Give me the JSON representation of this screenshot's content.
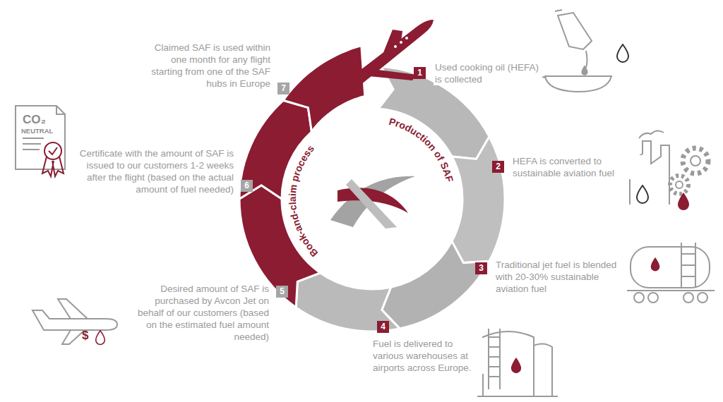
{
  "diagram": {
    "nodes": [
      {
        "text": [
          "1",
          "Used cooking oil (HEFA) is collected"
        ]
      },
      {
        "text": [
          "2",
          "HEFA is converted to sustainable aviation fuel"
        ]
      },
      {
        "text": [
          "3",
          "Traditional jet fuel is blended with 20-30% sustainable aviation fuel"
        ]
      },
      {
        "text": [
          "4",
          "Fuel is delivered to various warehouses at airports across Europe."
        ]
      },
      {
        "text": [
          "5",
          "Desired amount of SAF is purchased by Avcon Jet on behalf of our customers (based on the estimated fuel amount needed)"
        ]
      },
      {
        "text": [
          "6",
          "Certificate with the amount of SAF is issued to our customers 1-2 weeks after the flight (based on the actual amount of fuel needed)"
        ]
      },
      {
        "text": [
          "7",
          "Claimed SAF is used within one month for any flight starting from one of the SAF hubs in Europe"
        ]
      }
    ],
    "labels": [
      "Production of SAF",
      "Book-and-claim process",
      "CO₂",
      "NEUTRAL",
      "$"
    ]
  }
}
